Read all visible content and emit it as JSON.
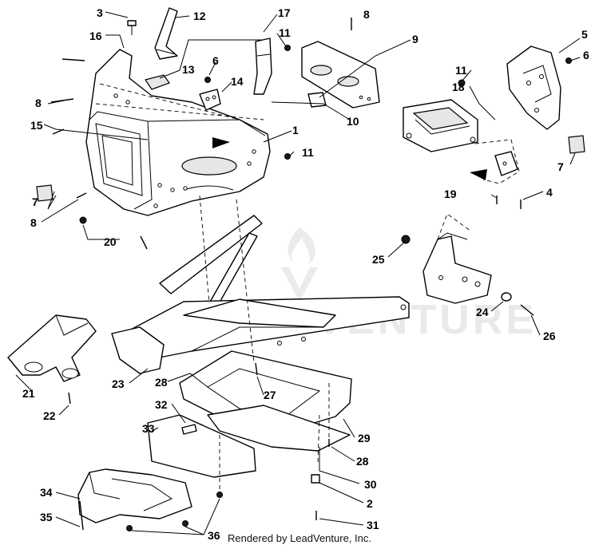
{
  "watermark": {
    "text": "LEADVENTURE"
  },
  "footer": {
    "credit": "Rendered by LeadVenture, Inc."
  },
  "callouts": {
    "c1": "1",
    "c2": "2",
    "c3": "3",
    "c4": "4",
    "c5": "5",
    "c6a": "6",
    "c6b": "6",
    "c7a": "7",
    "c7b": "7",
    "c8a": "8",
    "c8b": "8",
    "c8c": "8",
    "c9": "9",
    "c10": "10",
    "c11a": "11",
    "c11b": "11",
    "c11c": "11",
    "c12": "12",
    "c13": "13",
    "c14": "14",
    "c15": "15",
    "c16": "16",
    "c17": "17",
    "c18": "18",
    "c19": "19",
    "c20": "20",
    "c21": "21",
    "c22": "22",
    "c23": "23",
    "c24": "24",
    "c25": "25",
    "c26": "26",
    "c27": "27",
    "c28a": "28",
    "c28b": "28",
    "c29": "29",
    "c30": "30",
    "c31": "31",
    "c32": "32",
    "c33": "33",
    "c34": "34",
    "c35": "35",
    "c36": "36"
  }
}
